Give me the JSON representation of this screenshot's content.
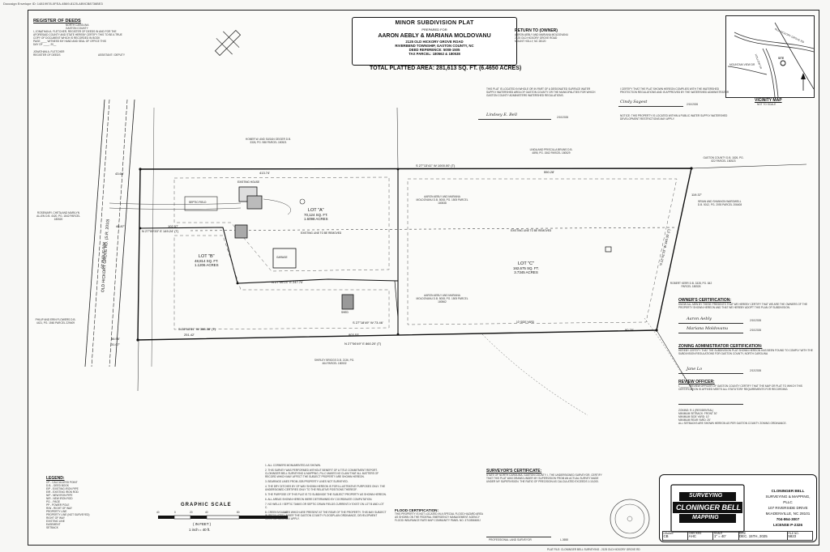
{
  "docusign_id": "Docusign Envelope ID: 14819978-0FEA-4B69-8125-AB9CB8736BE3",
  "register": {
    "heading": "REGISTER OF DEEDS",
    "lines": [
      "NORTH CAROLINA",
      "GASTON COUNTY",
      "I, JONATHAN A. FLETCHER, REGISTER OF DEEDS IN AND FOR THE",
      "AFORESAID COUNTY AND STATE HEREBY CERTIFY THIS TO BE A TRUE",
      "COPY OF DOCUMENT WHICH IS RECORDED IN BOOK",
      "PAGE ____ WITNESS MY HAND AND SEAL OF OFFICE THIS",
      "DAY OF ____, 20__",
      "JONATHAN A. FLETCHER",
      "REGISTER OF DEEDS",
      "ASSISTANT / DEPUTY"
    ]
  },
  "title_block": {
    "title": "MINOR SUBDIVISION PLAT",
    "prepared_for": "PREPARED FOR",
    "owners": "AARON AEBLY & MARIANA MOLDOVANU",
    "address": "2125 OLD HICKORY GROVE ROAD",
    "township": "RIVERBEND TOWNSHIP, GASTON COUNTY, NC",
    "deed_ref": "DEED REFERENCE: 5008-1505",
    "tax_parcel": "TAX PARCEL: 180562 & 180538"
  },
  "total_area": "TOTAL PLATTED AREA: 281,613 SQ. FT. (6.4650 ACRES)",
  "return_to": {
    "heading": "RETURN TO (OWNER)",
    "lines": [
      "AARON AEBLY AND MARIANA MOLDOVANU",
      "2125 OLD HICKORY GROVE ROAD",
      "MOUNT HOLLY, NC 28120"
    ]
  },
  "vicinity": {
    "heading": "VICINITY MAP",
    "scale": "NOT TO SCALE",
    "site": "SITE",
    "roads": [
      "OLD HICKORY GROVE RD",
      "HOLLOW CR",
      "MOUNTAIN VIEW DR"
    ]
  },
  "watershed": {
    "text1": "THIS PLAT IS LOCATED IN WHOLE OR IN PART OF A DESIGNATED SURFACE WATER SUPPLY WATERSHED AREA OF GASTON COUNTY OR THE MUNICIPALITIES FOR WHICH GASTON COUNTY ADMINISTERS WATERSHED REGULATIONS.",
    "sig1": "Lindsey E. Bell",
    "date1": "2/10/2026",
    "text2": "I CERTIFY THAT THE PLAT SHOWN HEREON COMPLIES WITH THE WATERSHED PROTECTION REGULATIONS AND IS APPROVED BY THE WATERSHED ADMINISTRATOR",
    "sig2": "Cindy Sagest",
    "date2": "2/10/2026",
    "notice": "NOTICE: THIS PROPERTY IS LOCATED WITHIN A PUBLIC WATER SUPPLY WATERSHED DEVELOPMENT RESTRICTIONS MAY APPLY."
  },
  "road": {
    "name": "OLD HICKORY GROVE RD. (S.R. 2010)",
    "row": "60' PUBLIC R/W"
  },
  "lots": [
    {
      "name": "LOT \"A\"",
      "sqft": "70,124 SQ. FT.",
      "acres": "1.6098 ACRES"
    },
    {
      "name": "LOT \"B\"",
      "sqft": "48,814 SQ. FT.",
      "acres": "1.1206 ACRES"
    },
    {
      "name": "LOT \"C\"",
      "sqft": "162,675 SQ. FT.",
      "acres": "3.7345 ACRES"
    }
  ],
  "bearings": {
    "north": "S 27°13'41\" W 1000.00' (T)",
    "north_len": "550.28'",
    "north_west": "413.74'",
    "south": "N 27°06'49\" E 860.20' (T)",
    "south_len": "803.53'",
    "lotb_line": "N 27°09'33\" E 149.24' (T)",
    "lotb_line2": "N 27°06'24\" E 247.70'",
    "lotb_line3": "S 27°18'49\" W 73.46'",
    "lotb_south": "S 28°18'31\" W 388.38' (T)",
    "east": "N 12°41'33\" W 340.30' (T)",
    "dims": [
      "43.66'",
      "48.87'",
      "102.57'",
      "251.42'",
      "36.95'",
      "31.07'",
      "90.20'",
      "119.37'"
    ]
  },
  "adjoiners": [
    "HOMER W. AND SUSAN GEIGER D.B. 3326, PG. 988 PARCEL 180521",
    "LINDA AND PRISCILLA BRUNS D.B. 4895, PG. 1562 PARCEL 180529",
    "GASTON COUNTY D.B. 1826, PG. 822 PARCEL 180523",
    "BRIAN AND SHANNON WARDWELL D.B. 5012, PG. 2093 PARCEL 206408",
    "ROBERT KERR D.B. 3328, PG. 842 PARCEL 180526",
    "SHIRLEY BRIGGS D.B. 2136, PG. 464 PARCEL 180532",
    "PHILIP AND ERIN FLOWERS D.B. 4421, PG. 1560 PARCEL 229409",
    "ROSEMARY, CHETA AND MARILYN ALLEN D.B. 4420, PG. 1842 PARCEL 180520",
    "AARON AEBLY AND MARIANA MOLDOVANU D.B. 5008, PG. 1505 PARCEL 180538",
    "AARON AEBLY AND MARIANA MOLDOVANU D.B. 5008, PG. 1505 PARCEL 180562"
  ],
  "misc_labels": {
    "existing_line": "EXISTING LINE TO BE REMOVED",
    "setback": "10' SIDE YARD",
    "house": "EXISTING HOUSE",
    "shed": "SHED",
    "garage": "GARAGE",
    "septic": "SEPTIC FIELD"
  },
  "owner_cert": {
    "heading": "OWNER'S CERTIFICATION:",
    "text": "KNOW ALL MEN BY THESE PRESENTS THAT WE HEREBY CERTIFY THAT WE ARE THE OWNERS OF THE PROPERTY SHOWN HEREON AND THAT WE HEREBY ADOPT THIS PLAN OF SUBDIVISION.",
    "sig1": "Aaron Aebly",
    "date1": "2/10/2026",
    "sig2": "Mariana Moldovanu",
    "date2": "2/10/2026"
  },
  "zoning_cert": {
    "heading": "ZONING ADMINISTRATOR CERTIFICATION:",
    "text": "HEREBY CERTIFY THAT THE SUBDIVISION PLAT SHOWN HEREON HAS BEEN FOUND TO COMPLY WITH THE SUBDIVISION REGULATIONS FOR GASTON COUNTY, NORTH CAROLINA",
    "sig": "Jane Lo",
    "date": "2/12/2026"
  },
  "review_officer": {
    "heading": "REVIEW OFFICER:",
    "text": "I, ______ REVIEW OFFICER OF GASTON COUNTY CERTIFY THAT THE MAP OR PLAT TO WHICH THIS CERTIFICATION IS AFFIXED MEETS ALL STATUTORY REQUIREMENTS FOR RECORDING.",
    "zoning": [
      "ZONING: R-1 (RESIDENTIAL)",
      "MINIMUM SETBACK: FRONT 30'",
      "MINIMUM SIDE YARD: 10'",
      "MINIMUM REAR YARD: 25'",
      "ALL SETBACKS ARE SHOWN HEREON AS PER GASTON COUNTY ZONING ORDINANCE."
    ]
  },
  "legend": {
    "heading": "LEGEND:",
    "items": [
      "CP - CALCULATED POINT",
      "D.B. - DEED BOOK",
      "EIP - EXISTING IRON PIPE",
      "EIR - EXISTING IRON ROD",
      "NIP - NEW IRON PIPE",
      "NIR - NEW IRON ROD",
      "PG. - PAGE",
      "PP - POWER POLE",
      "R/W - RIGHT OF WAY",
      "PROPERTY LINE",
      "PROPERTY LINE (NOT SURVEYED)",
      "RIGHT OF WAY",
      "EXISTING LINE",
      "EASEMENT",
      "SETBACK"
    ]
  },
  "graphic_scale": {
    "title": "GRAPHIC SCALE",
    "unit": "( IN FEET )",
    "ratio": "1 inch = 40 ft.",
    "ticks": [
      "40",
      "0",
      "20",
      "40",
      "80",
      "160"
    ]
  },
  "notes": [
    "1. ALL CORNERS MONUMENTED AS SHOWN.",
    "2. THIS SURVEY WAS PERFORMED WITHOUT BENEFIT OF A TITLE COMMITMENT REPORT. CLONINGER BELL SURVEYING & MAPPING, PLLC MAKES NO CLAIM THAT ALL MATTERS OF RECORD WHICH MAY AFFECT THE SUBJECT PROPERTY ARE SHOWN HEREON.",
    "3. BEARINGS LINES FROM JOB PROPERTY LINES NOT SURVEYED.",
    "4. THE DRY DITCHES BY OF WAY SHOWN HEREON IS FOR ILLUSTRATIVE PURPOSES ONLY. THE UNDERSIGNED CERTIFIES ONLY TO THE RELATIVE POSITIONS THEREOF.",
    "5. THE PURPOSE OF THIS PLAT IS TO SUBDIVIDE THE SUBJECT PROPERTY AS SHOWN HEREON.",
    "6. ALL AREAS SHOWN HEREON WERE DETERMINED BY COORDINATE COMPUTATION.",
    "7. NO WELLS / SEPTIC TANKS OR SEPTIC DRAIN FIELDS CURRENTLY EXIST ON LOT B AND LOT C.",
    "8. CREEKS/GULLIES WHICH ARE PRESENT AT THE REAR OF THE PROPERTY. THIS MAY SUBJECT IN REGULATED UNDER THE GASTON COUNTY FLOODPLAIN ORDINANCE, DEVELOPMENT RESTRICTIONS MAY APPLY."
  ],
  "flood": {
    "heading": "FLOOD CERTIFICATION:",
    "text": "THIS PROPERTY IS NOT LOCATED IN A SPECIAL FLOOD HAZARD AREA AS SHOWN ON THE FEDERAL EMERGENCY MANAGEMENT AGENCY FLOOD INSURANCE RATE MAP COMMUNITY PANEL NO. 3710356600J"
  },
  "surveyor_cert": {
    "heading": "SURVEYOR'S CERTIFICATE:",
    "text": "STATE OF NORTH CAROLINA, GASTON COUNTY. I, THE UNDERSIGNED SURVEYOR, CERTIFY THAT THIS PLAT WAS DRAWN UNDER MY SUPERVISION FROM AN ACTUAL SURVEY MADE UNDER MY SUPERVISION. THE RATIO OF PRECISION AS CALCULATED EXCEEDS 1:10,000.",
    "sig_label": "PROFESSIONAL LAND SURVEYOR",
    "license": "L-3658"
  },
  "company": {
    "logo_top": "SURVEYING",
    "logo_name": "CLONINGER BELL",
    "logo_bottom": "MAPPING",
    "lines": [
      "CLONINGER BELL",
      "SURVEYING & MAPPING, PLLC",
      "107 RIVERSIDE DRIVE",
      "McADENVILLE, NC 28101",
      "704-864-3007",
      "LICENSE P-2326"
    ]
  },
  "title_cells": [
    {
      "label": "DRAWN",
      "value": "CB"
    },
    {
      "label": "CHECKED",
      "value": "AHC"
    },
    {
      "label": "SCALE",
      "value": "1\" = 40'"
    },
    {
      "label": "DATE",
      "value": "DEC. 15TH, 2025"
    },
    {
      "label": "FILE NO.",
      "value": "5823"
    }
  ],
  "footer": "PLAT FILE: CLONINGER BELL SURVEYING - 2125 OLD HICKORY GROVE RD"
}
